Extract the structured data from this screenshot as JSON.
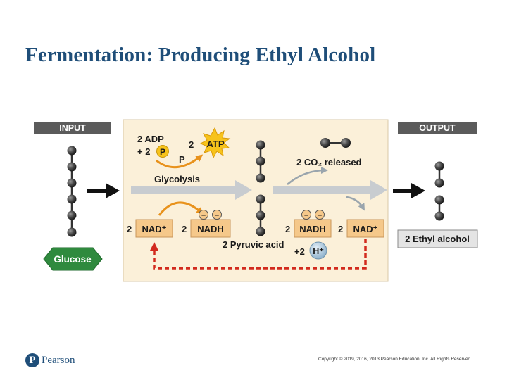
{
  "slide": {
    "title": "Fermentation: Producing Ethyl Alcohol",
    "copyright": "Copyright © 2019, 2016, 2013 Pearson Education, Inc. All Rights Reserved",
    "brand": "Pearson",
    "brand_mark": "P"
  },
  "diagram": {
    "input_header": "INPUT",
    "output_header": "OUTPUT",
    "input_label": "Glucose",
    "adp_label": "2 ADP",
    "phosphate_prefix": "+ 2",
    "phosphate_symbol": "P",
    "phosphate_released": "P",
    "atp_coefficient": "2",
    "atp_label": "ATP",
    "glycolysis_label": "Glycolysis",
    "co2_label": "2 CO₂ released",
    "nad_coef_1": "2",
    "nad_label_1": "NAD⁺",
    "nadh_coef_1": "2",
    "nadh_label_1": "NADH",
    "electron_symbol": "–",
    "pyruvic_label": "2 Pyruvic acid",
    "nadh_coef_2": "2",
    "nadh_label_2": "NADH",
    "nad_coef_2": "2",
    "nad_label_2": "NAD⁺",
    "h_prefix": "+2",
    "h_label": "H⁺",
    "output_label": "2 Ethyl alcohol"
  },
  "colors": {
    "title": "#1f4e79",
    "header_bar": "#5b5b5b",
    "panel": "#fbf0d9",
    "nad_box": "#f5c88a",
    "atp_star": "#f7c31b",
    "glucose": "#2f8a3e",
    "orange_arrow": "#e8921c",
    "red_dashed": "#d22a1e",
    "hydrogen": "#bcd4e6"
  }
}
